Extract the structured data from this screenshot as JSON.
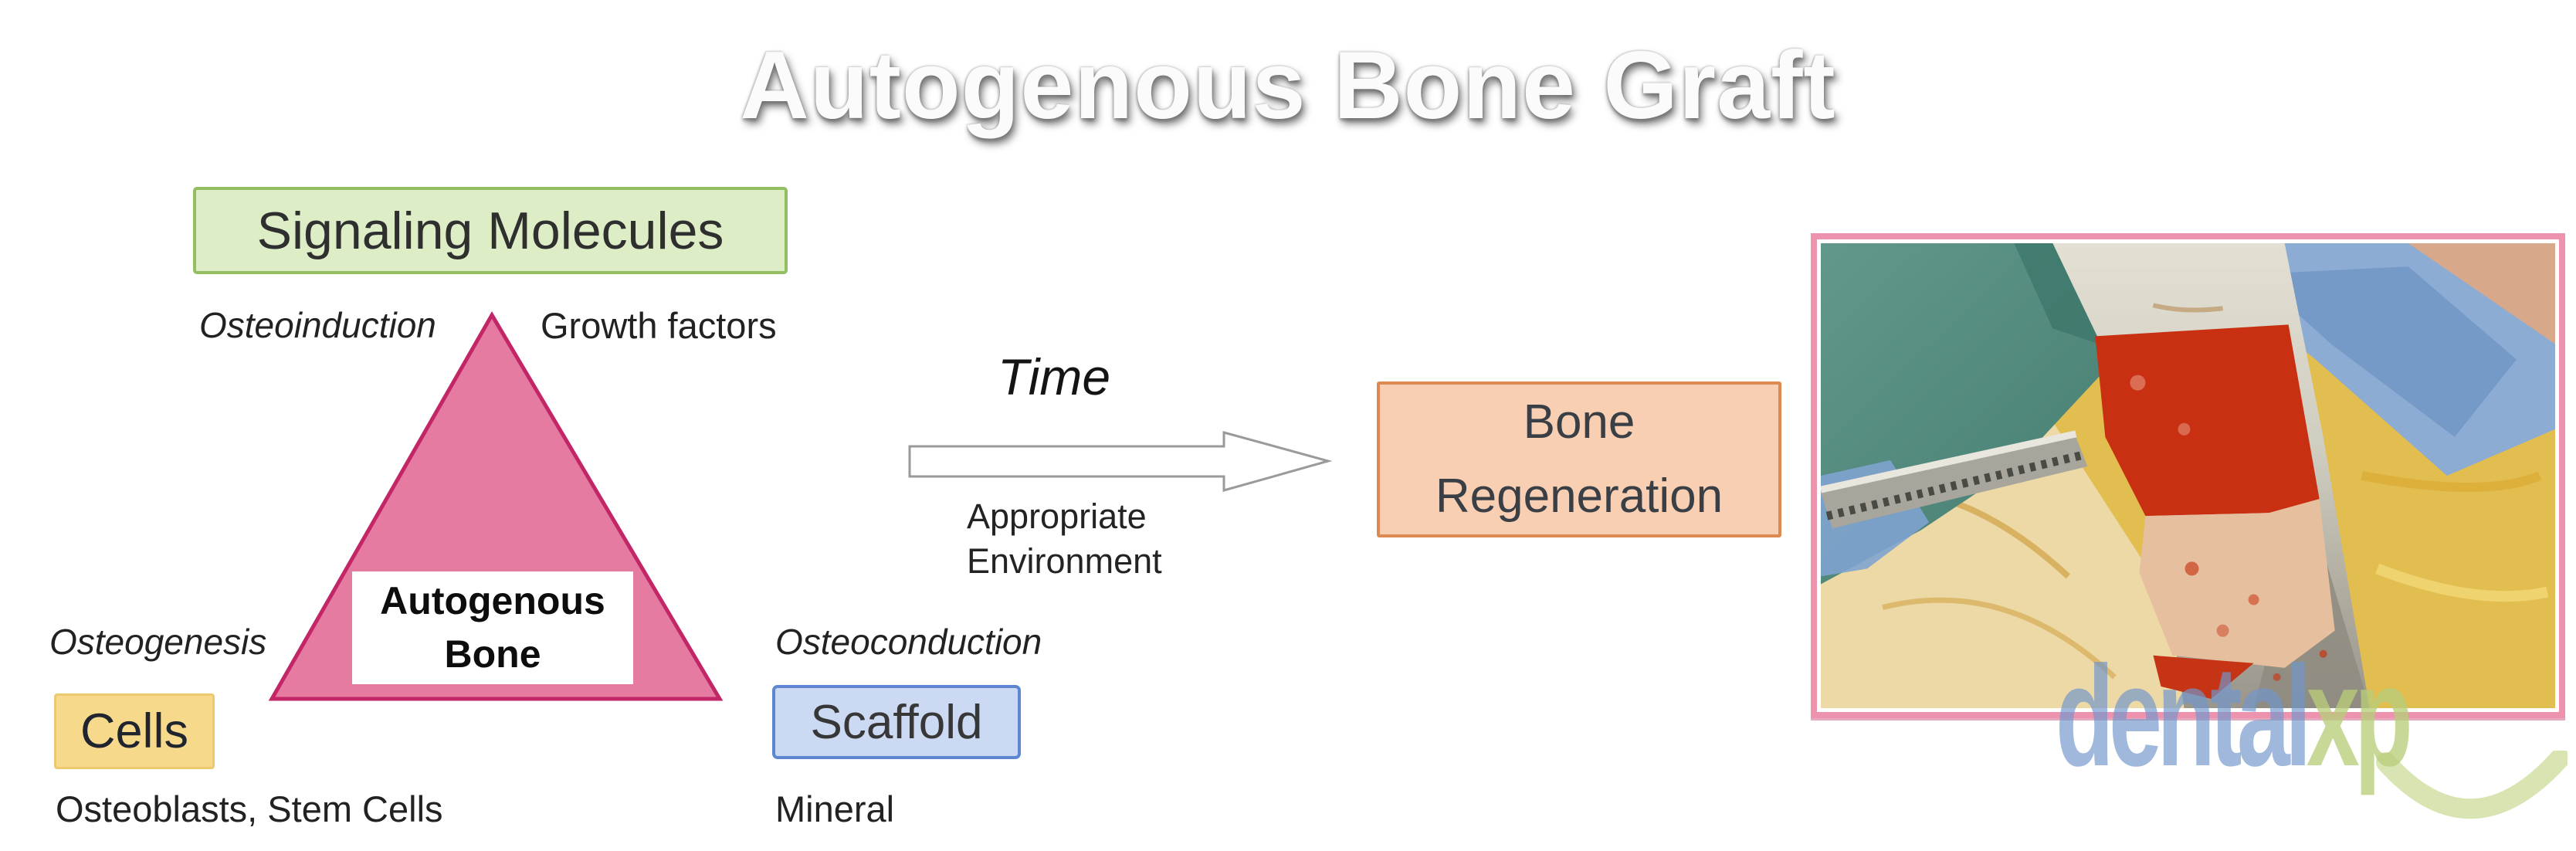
{
  "slide": {
    "title": "Autogenous Bone Graft"
  },
  "pyramid": {
    "apex_label": "Signaling Molecules",
    "apex_mechanism": "Osteoinduction",
    "apex_component": "Growth factors",
    "center_line1": "Autogenous",
    "center_line2": "Bone",
    "left_label": "Cells",
    "left_mechanism": "Osteogenesis",
    "left_component": "Osteoblasts, Stem Cells",
    "right_label": "Scaffold",
    "right_mechanism": "Osteoconduction",
    "right_component": "Mineral"
  },
  "process": {
    "arrow_label": "Time",
    "arrow_sub_line1": "Appropriate",
    "arrow_sub_line2": "Environment",
    "outcome_line1": "Bone",
    "outcome_line2": "Regeneration"
  },
  "watermark": {
    "word1": "dental",
    "word2": "xp"
  },
  "colors": {
    "signaling_fill": "#ddedc5",
    "signaling_border": "#94be62",
    "triangle_fill": "#e57ba0",
    "triangle_border": "#c22667",
    "cells_fill": "#f6d98a",
    "cells_border": "#ecc96f",
    "scaffold_fill": "#cbd9f3",
    "scaffold_border": "#5e87d2",
    "outcome_fill": "#f8cfb2",
    "outcome_border": "#dd8a52",
    "photo_border": "#ee93ae",
    "watermark_blue": "#7196cc",
    "watermark_green": "#b7cd7a"
  }
}
